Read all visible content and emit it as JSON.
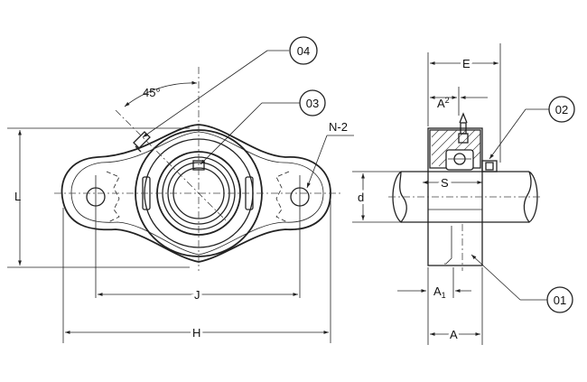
{
  "callouts": {
    "c01": "01",
    "c02": "02",
    "c03": "03",
    "c04": "04"
  },
  "dimensions": {
    "angle": "45°",
    "holes": "N-2",
    "length": "L",
    "bolt_spacing": "J",
    "overall_width": "H",
    "width_e": "E",
    "a2": "A",
    "a2_sub": "2",
    "a1": "A",
    "a1_sub": "1",
    "a": "A",
    "shaft_s": "S",
    "bore_d": "d"
  },
  "colors": {
    "line": "#222222",
    "background": "#ffffff"
  }
}
